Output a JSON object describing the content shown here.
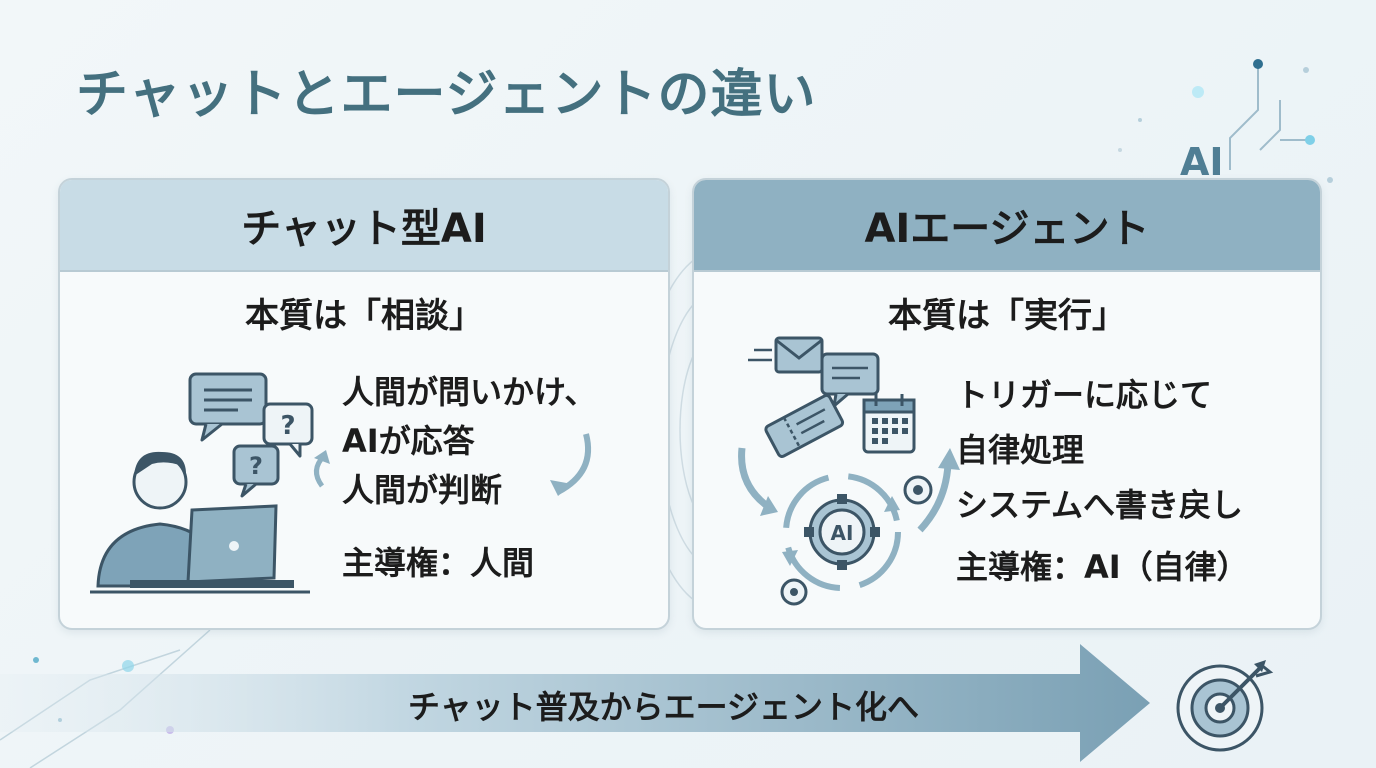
{
  "page": {
    "title": "チャットとエージェントの違い",
    "corner_label": "AI"
  },
  "left_panel": {
    "header": "チャット型AI",
    "subheading": "本質は「相談」",
    "lines": [
      "人間が問いかけ、",
      "AIが応答",
      "人間が判断"
    ],
    "leadership": "主導権：人間",
    "icons": [
      "person-at-laptop-icon",
      "speech-bubble-icon",
      "question-bubble-icon",
      "cycle-arrow-icon"
    ]
  },
  "right_panel": {
    "header": "AIエージェント",
    "subheading": "本質は「実行」",
    "lines": [
      "トリガーに応じて",
      "自律処理",
      "システムへ書き戻し"
    ],
    "leadership": "主導権：AI（自律）",
    "gear_label": "AI",
    "icons": [
      "envelope-icon",
      "chat-bubble-icon",
      "ticket-icon",
      "calendar-icon",
      "ai-gear-cycle-icon"
    ]
  },
  "banner": {
    "text": "チャット普及からエージェント化へ",
    "icons": [
      "target-icon"
    ]
  },
  "colors": {
    "title": "#44707f",
    "left_header_bg": "#c8dce6",
    "right_header_bg": "#8fb1c2",
    "icon_blue": "#6f97ad",
    "icon_dark": "#3c5566",
    "banner_arrow": "#7aa0b4"
  }
}
